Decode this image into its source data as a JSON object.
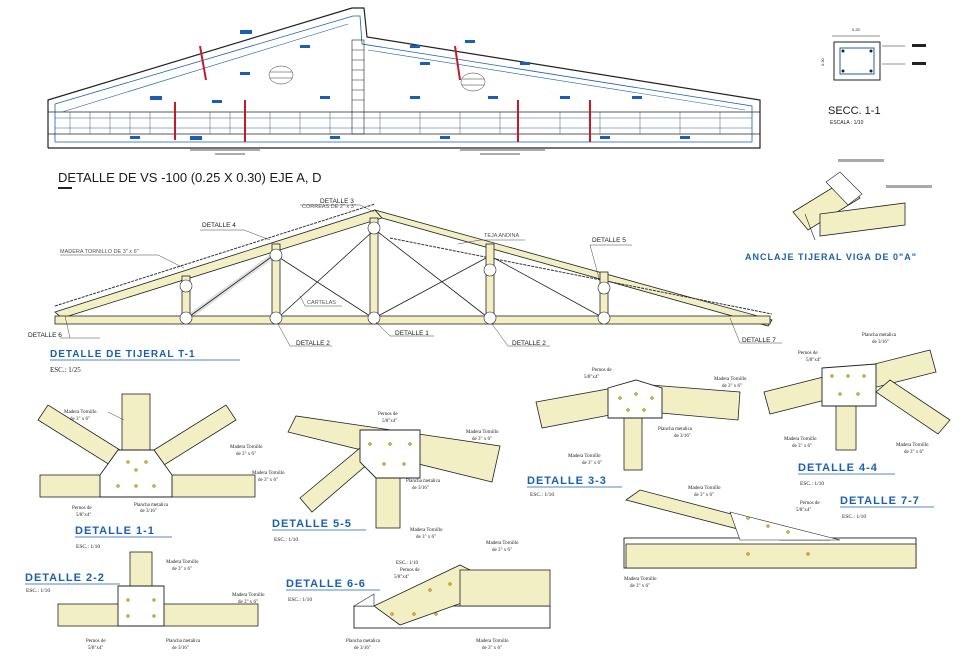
{
  "top_section": {
    "title": "DETALLE DE VS -100 (0.25 X 0.30)  EJE A, D",
    "secc_title": "SECC. 1-1",
    "secc_scale": "ESCALA : 1/10",
    "secc_dim_w": "0.25",
    "secc_dim_h": "0.30"
  },
  "truss": {
    "labels": {
      "correas": "CORREAS DE 2\" x 3\"",
      "madera": "MADERA TORNILLO DE 3\" x 6\"",
      "teja": "TEJA ANDINA",
      "cartelas": "CARTELAS",
      "d3": "DETALLE 3",
      "d4": "DETALLE 4",
      "d5": "DETALLE 5",
      "d6": "DETALLE 6",
      "d1": "DETALLE 1",
      "d2a": "DETALLE 2",
      "d2b": "DETALLE 2",
      "d7": "DETALLE 7"
    },
    "title": "DETALLE DE TIJERAL T-1",
    "scale": "ESC.: 1/25"
  },
  "anclaje": {
    "title": "ANCLAJE TIJERAL VIGA DE 0\"A\""
  },
  "details": {
    "d11": {
      "title": "DETALLE 1-1",
      "scale": "ESC.: 1/10",
      "madera1": "Madera Tornillo",
      "madera1b": "de 3\" x 6\"",
      "madera2": "Madera Tornillo",
      "madera2b": "de 3\" x 6\"",
      "pernos": "Pernos de",
      "pernosb": "5/8\"x4\"",
      "plancha": "Plancha metalica",
      "planchab": "de 3/16\""
    },
    "d22": {
      "title": "DETALLE 2-2",
      "scale": "ESC.: 1/10",
      "madera1": "Madera Tornillo",
      "madera1b": "de 3\" x 6\"",
      "madera2": "Madera Tornillo",
      "madera2b": "de 3\" x 6\"",
      "pernos": "Pernos de",
      "pernosb": "5/8\"x4\"",
      "plancha": "Plancha metalica",
      "planchab": "de 3/16\""
    },
    "d55": {
      "title": "DETALLE 5-5",
      "scale": "ESC.: 1/10",
      "pernos": "Pernos de",
      "pernosb": "5/8\"x4\"",
      "madera1": "Madera Tornillo",
      "madera1b": "de 3\" x 6\"",
      "madera2": "Madera Tornillo",
      "madera2b": "de 3\" x 6\"",
      "madera3": "Madera Tornillo",
      "madera3b": "de 3\" x 6\"",
      "plancha": "Plancha metalica",
      "planchab": "de 3/16\""
    },
    "d66": {
      "title": "DETALLE 6-6",
      "scale": "ESC.: 1/10",
      "esc2": "ESC.: 1/10",
      "pernos": "Pernos de",
      "pernosb": "5/8\"x4\"",
      "madera1": "Madera Tornillo",
      "madera1b": "de 3\" x 6\"",
      "madera2": "Madera Tornillo",
      "madera2b": "de 3\" x 6\"",
      "plancha": "Plancha metalica",
      "planchab": "de 3/16\""
    },
    "d33": {
      "title": "DETALLE 3-3",
      "scale": "ESC.: 1/10",
      "pernos": "Pernos de",
      "pernosb": "5/8\"x4\"",
      "madera1": "Madera Tornillo",
      "madera1b": "de 3\" x 6\"",
      "madera2": "Madera Tornillo",
      "madera2b": "de 3\" x 6\"",
      "plancha": "Plancha metalica",
      "planchab": "de 3/16\""
    },
    "d44": {
      "title": "DETALLE 4-4",
      "scale": "ESC.: 1/10",
      "plancha": "Plancha metalica",
      "planchab": "de 3/16\"",
      "pernos": "Pernos de",
      "pernosb": "5/8\"x4\"",
      "madera1": "Madera Tornillo",
      "madera1b": "de 3\" x 6\"",
      "madera2": "Madera Tornillo",
      "madera2b": "de 3\" x 6\""
    },
    "d77": {
      "title": "DETALLE 7-7",
      "scale": "ESC.: 1/10",
      "madera1": "Madera Tornillo",
      "madera1b": "de 3\" x 6\"",
      "pernos": "Pernos de",
      "pernosb": "5/8\"x4\"",
      "madera2": "Madera Tornillo",
      "madera2b": "de 3\" x 6\""
    }
  }
}
